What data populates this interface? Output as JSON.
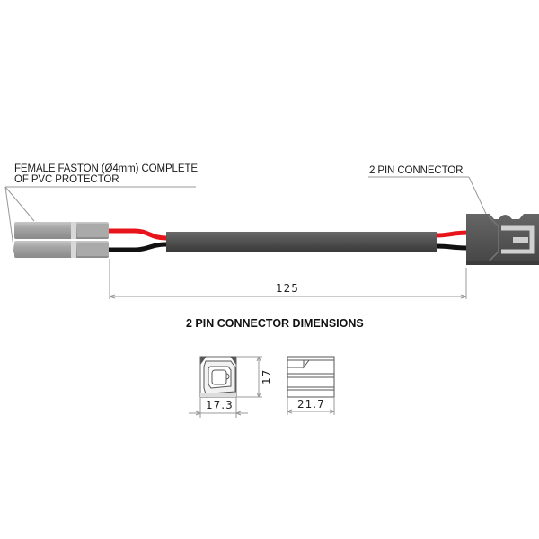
{
  "diagram": {
    "labels": {
      "faston_line1": "FEMALE FASTON (Ø4mm) COMPLETE",
      "faston_line2": "OF PVC PROTECTOR",
      "connector": "2 PIN CONNECTOR"
    },
    "dimensions": {
      "cable_length": "125",
      "section_title": "2 PIN CONNECTOR  DIMENSIONS",
      "front_height": "17",
      "front_width": "17.3",
      "side_width": "21.7"
    },
    "colors": {
      "wire_red": "#e8141b",
      "wire_black": "#111111",
      "sheath": "#4a4a4a",
      "connector_body": "#555555",
      "faston": "#a9a9a9",
      "leader_line": "#999999"
    }
  }
}
